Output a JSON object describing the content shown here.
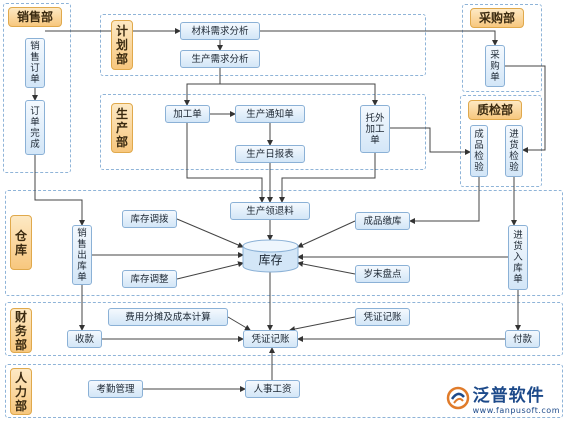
{
  "departments": {
    "sales": "销售部",
    "planning": "计\n划\n部",
    "purchasing": "采购部",
    "production": "生\n产\n部",
    "qc": "质检部",
    "warehouse": "仓\n库",
    "finance": "财\n务\n部",
    "hr": "人\n力\n部"
  },
  "boxes": {
    "sales_order": "销售订单",
    "order_complete": "订单完成",
    "material_analysis": "材料需求分析",
    "production_analysis": "生产需求分析",
    "purchase_order": "采购单",
    "work_order": "加工单",
    "production_notice": "生产通知单",
    "production_daily": "生产日报表",
    "outsource_order": "托外加工单",
    "finished_inspection": "成品检验",
    "incoming_inspection": "进货检验",
    "material_issue": "生产领退料",
    "stock_transfer": "库存调拨",
    "finished_storage": "成品缴库",
    "sales_outbound": "销售出库单",
    "inventory": "库存",
    "stock_adjust": "库存调整",
    "year_end_count": "岁末盘点",
    "purchase_inbound": "进货入库单",
    "cost_allocation": "费用分摊及成本计算",
    "voucher_right": "凭证记账",
    "receipt": "收款",
    "voucher_center": "凭证记账",
    "payment": "付款",
    "attendance": "考勤管理",
    "payroll": "人事工资"
  },
  "logo": {
    "name": "泛普软件",
    "url": "www.fanpusoft.com",
    "icon": "fanpu-logo-icon"
  }
}
